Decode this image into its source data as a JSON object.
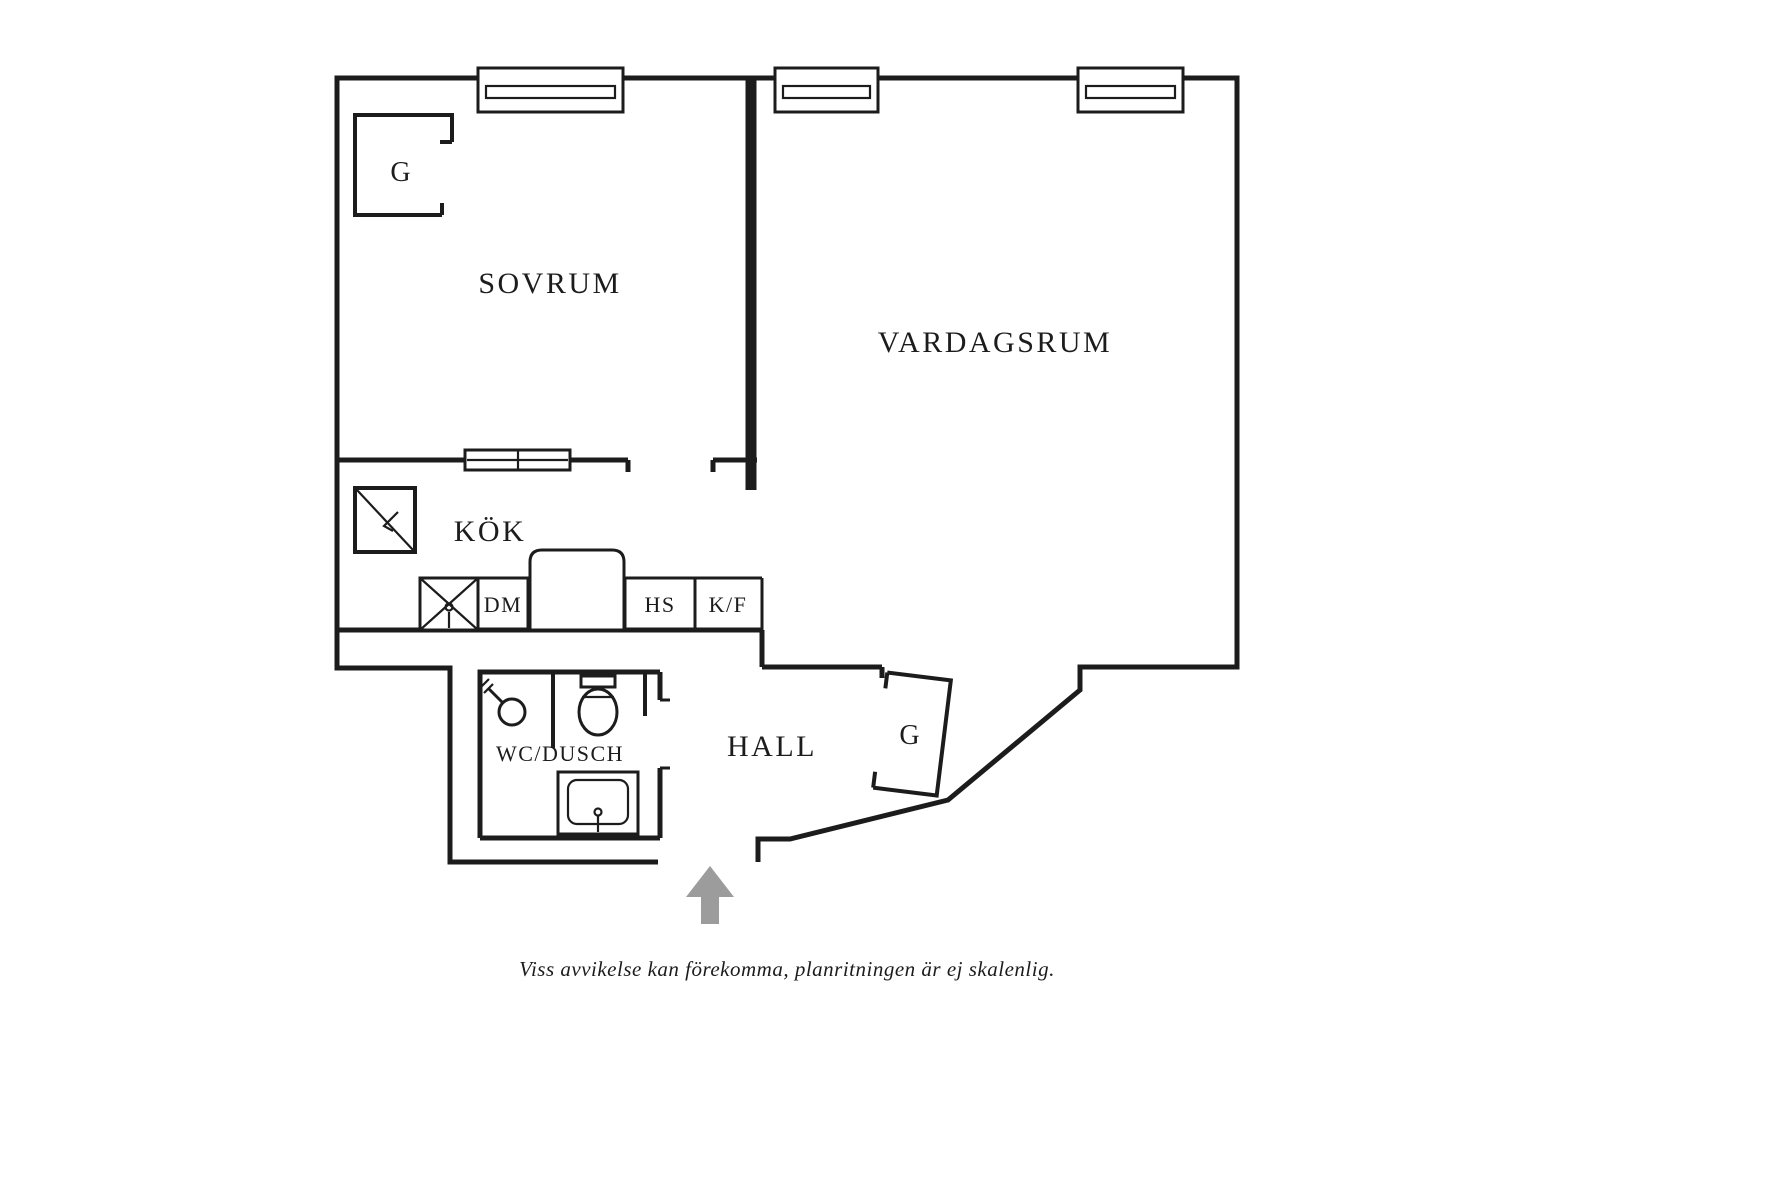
{
  "floor_plan": {
    "rooms": {
      "bedroom": "SOVRUM",
      "living_room": "VARDAGSRUM",
      "kitchen": "KÖK",
      "hall": "HALL",
      "bathroom": "WC/DUSCH",
      "closet_bedroom": "G",
      "closet_hall": "G"
    },
    "fixtures": {
      "dishwasher": "DM",
      "tall_cabinet": "HS",
      "fridge_freezer": "K/F"
    },
    "disclaimer": "Viss avvikelse kan förekomma, planritningen är ej skalenlig.",
    "colors": {
      "wall": "#1c1c1c",
      "arrow": "#9c9c9c",
      "background": "#ffffff"
    }
  }
}
